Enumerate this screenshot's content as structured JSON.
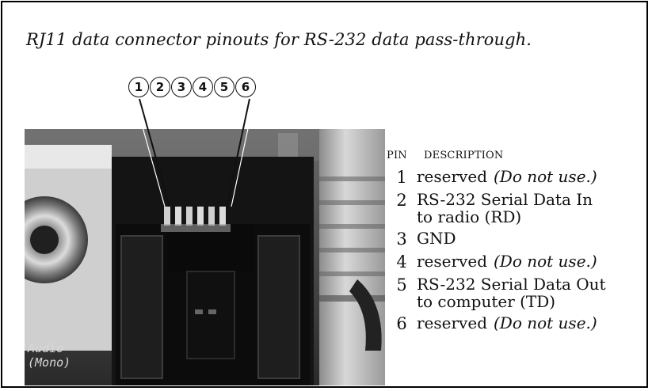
{
  "caption": "RJ11 data connector pinouts for RS-232 data pass-through.",
  "callouts": [
    "1",
    "2",
    "3",
    "4",
    "5",
    "6"
  ],
  "photo": {
    "label_line1": "Audio",
    "label_line2": "(Mono)"
  },
  "table": {
    "header_pin": "PIN",
    "header_desc": "DESCRIPTION",
    "rows": [
      {
        "pin": "1",
        "line1": "reserved",
        "note": "(Do not use.)",
        "line2": ""
      },
      {
        "pin": "2",
        "line1": "RS-232 Serial Data In",
        "note": "",
        "line2": "to radio (RD)"
      },
      {
        "pin": "3",
        "line1": "GND",
        "note": "",
        "line2": ""
      },
      {
        "pin": "4",
        "line1": "reserved",
        "note": "(Do not use.)",
        "line2": ""
      },
      {
        "pin": "5",
        "line1": "RS-232 Serial Data Out",
        "note": "",
        "line2": "to computer (TD)"
      },
      {
        "pin": "6",
        "line1": "reserved",
        "note": "(Do not use.)",
        "line2": ""
      }
    ]
  }
}
